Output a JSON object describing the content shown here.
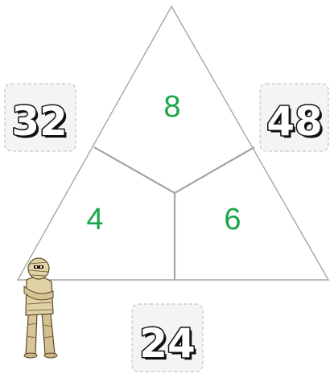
{
  "puzzle": {
    "sectors": {
      "top": "8",
      "left": "4",
      "right": "6"
    },
    "corners": {
      "top_left": "32",
      "top_right": "48",
      "bottom": "24"
    }
  },
  "colors": {
    "sector_number": "#1aa64a",
    "triangle_outline": "#a6a6a6",
    "divider": "#a6a6a6"
  },
  "icons": {
    "character": "mummy-icon"
  }
}
